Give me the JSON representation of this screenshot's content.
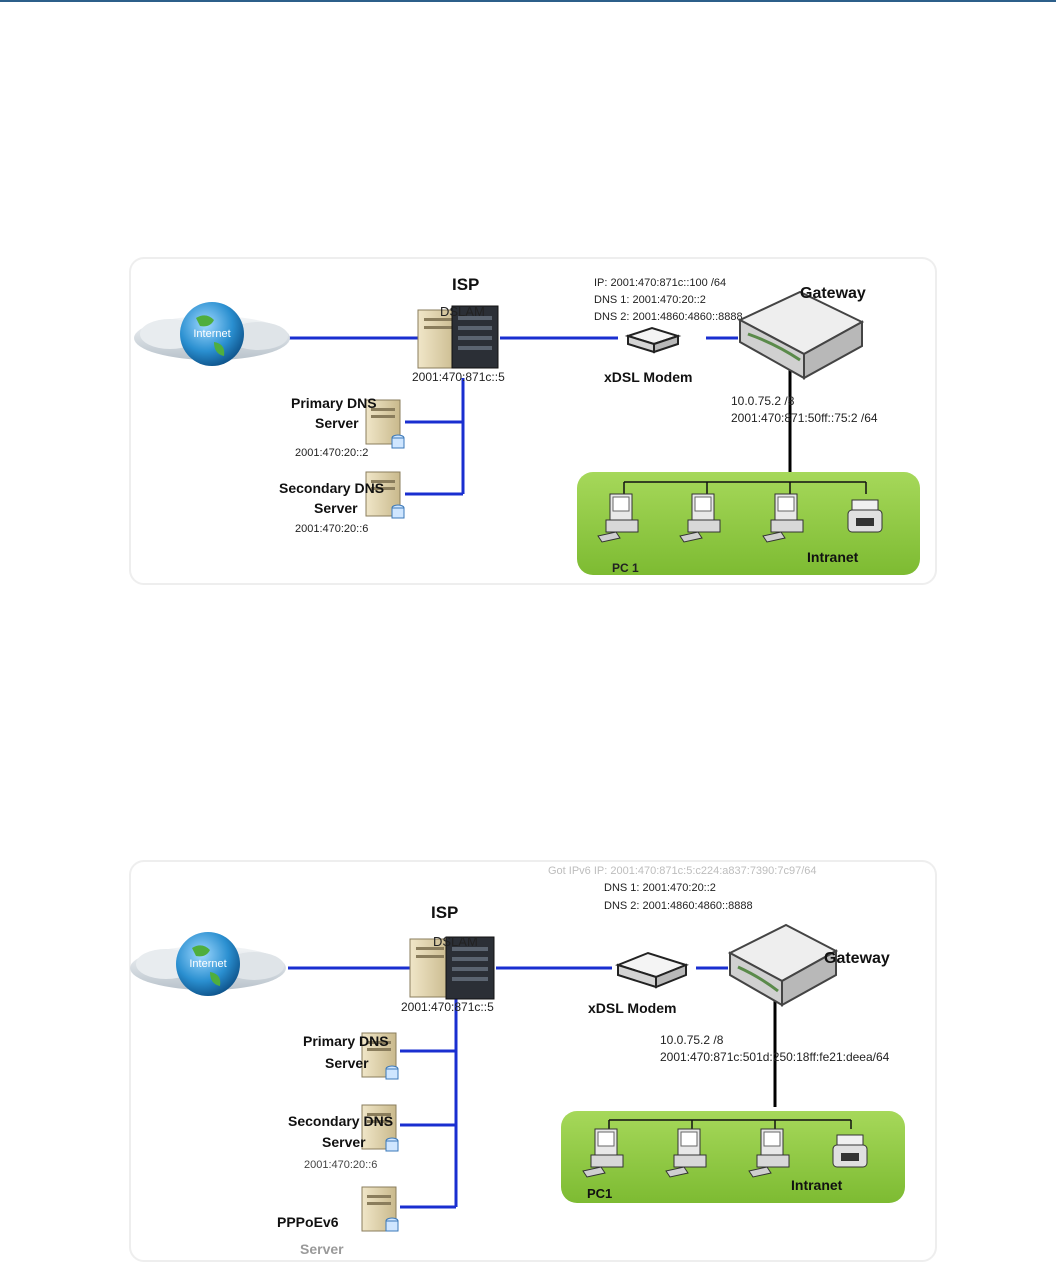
{
  "diagram_1": {
    "isp_label": "ISP",
    "dslam_label": "DSLAM",
    "isp_address": "2001:470:871c::5",
    "internet_label": "Internet",
    "wan_ip_line": "IP: 2001:470:871c::100 /64",
    "wan_dns1_line": "DNS 1: 2001:470:20::2",
    "wan_dns2_line": "DNS 2: 2001:4860:4860::8888",
    "modem_label": "xDSL Modem",
    "gateway_label": "Gateway",
    "lan_ipv4": "10.0.75.2 /8",
    "lan_ipv6": "2001:470:871:50ff::75:2 /64",
    "primary_dns_label_1": "Primary DNS",
    "primary_dns_label_2": "Server",
    "primary_dns_address": "2001:470:20::2",
    "secondary_dns_label_1": "Secondary DNS",
    "secondary_dns_label_2": "Server",
    "secondary_dns_address": "2001:470:20::6",
    "pc_label": "PC 1",
    "intranet_label": "Intranet"
  },
  "diagram_2": {
    "isp_label": "ISP",
    "dslam_label": "DSLAM",
    "isp_address": "2001:470:871c::5",
    "internet_label": "Internet",
    "wan_ip_line": "Got IPv6 IP: 2001:470:871c:5:c224:a837:7390:7c97/64",
    "wan_dns1_line": "DNS 1: 2001:470:20::2",
    "wan_dns2_line": "DNS 2: 2001:4860:4860::8888",
    "modem_label": "xDSL Modem",
    "gateway_label": "Gateway",
    "lan_ipv4": "10.0.75.2 /8",
    "lan_ipv6": "2001:470:871c:501d:250:18ff:fe21:deea/64",
    "primary_dns_label_1": "Primary DNS",
    "primary_dns_label_2": "Server",
    "secondary_dns_label_1": "Secondary DNS",
    "secondary_dns_label_2": "Server",
    "secondary_dns_address": "2001:470:20::6",
    "pppoe_label_1": "PPPoEv6",
    "pppoe_label_2": "Server",
    "pc_label": "PC1",
    "intranet_label": "Intranet"
  },
  "colors": {
    "link": "#1a2fd0",
    "intranet_fill": "#8cc83c",
    "top_rule": "#2c5f8a"
  }
}
